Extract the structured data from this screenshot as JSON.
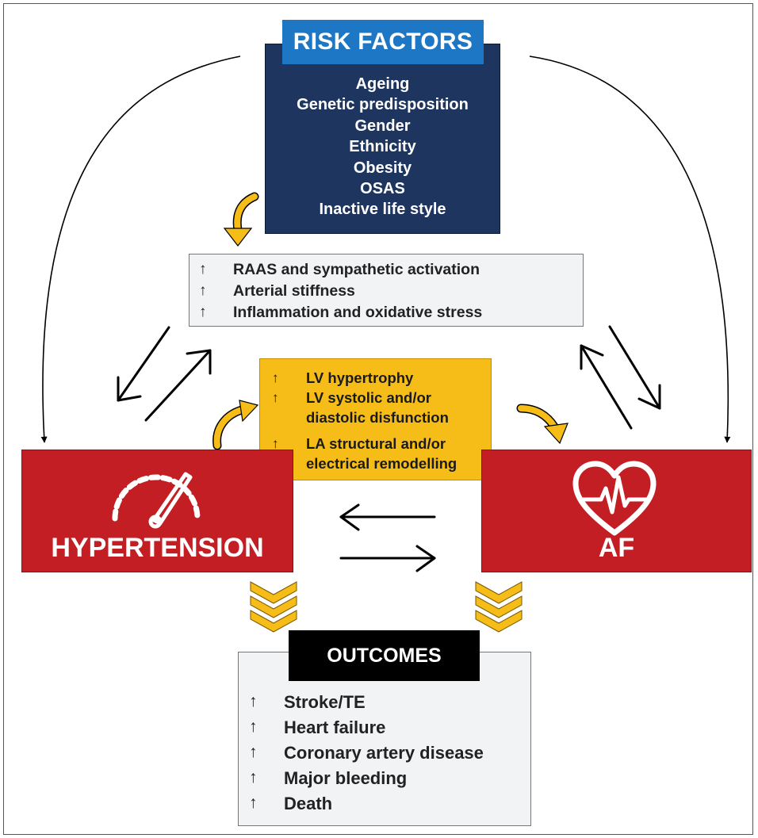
{
  "risk_factors": {
    "title": "RISK FACTORS",
    "items": [
      "Ageing",
      "Genetic predisposition",
      "Gender",
      "Ethnicity",
      "Obesity",
      "OSAS",
      "Inactive life style"
    ]
  },
  "mechanisms": {
    "arrow_symbol": "↑",
    "items": [
      "RAAS and sympathetic activation",
      "Arterial stiffness",
      "Inflammation and oxidative stress"
    ]
  },
  "cardiac_changes": {
    "arrow_symbol": "↑",
    "items": [
      {
        "lines": [
          "LV hypertrophy"
        ]
      },
      {
        "lines": [
          "LV systolic and/or",
          "diastolic disfunction"
        ]
      },
      {
        "lines": [
          "LA structural and/or",
          "electrical remodelling"
        ]
      }
    ]
  },
  "hypertension": {
    "label": "HYPERTENSION",
    "icon": "speedometer-icon"
  },
  "af": {
    "label": "AF",
    "icon": "heart-ecg-icon"
  },
  "outcomes": {
    "title": "OUTCOMES",
    "arrow_symbol": "↑",
    "items": [
      "Stroke/TE",
      "Heart failure",
      "Coronary artery disease",
      "Major bleeding",
      "Death"
    ]
  },
  "colors": {
    "navy": "#1d355f",
    "blue": "#1d77c4",
    "amber": "#f6bc17",
    "red": "#c31e24",
    "light_gray": "#f2f3f5",
    "black": "#000000"
  }
}
